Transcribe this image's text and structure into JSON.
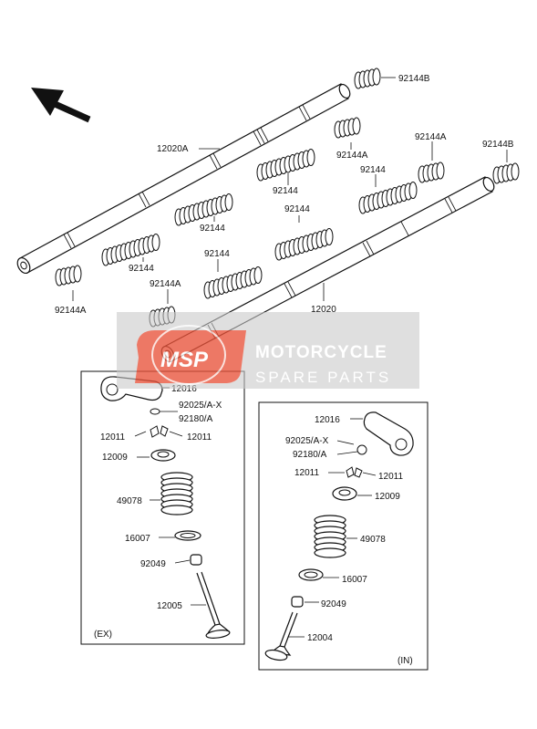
{
  "parts": {
    "shaft_ex": "12020A",
    "shaft_in": "12020",
    "spring_a": "92144A",
    "spring_b": "92144B",
    "spring": "92144",
    "rocker_arm": "12016",
    "shim": "92025/A-X",
    "shim2": "92180/A",
    "keeper": "12011",
    "retainer": "12009",
    "valve_spring": "49078",
    "seat": "16007",
    "seal": "92049",
    "valve_ex": "12005",
    "valve_in": "12004"
  },
  "boxes": {
    "ex_label": "(EX)",
    "in_label": "(IN)"
  },
  "watermark": {
    "logo": "MSP",
    "title": "MOTORCYCLE",
    "subtitle": "SPARE PARTS",
    "color_red": "#e8533a",
    "color_grey": "#c8c8c8"
  }
}
